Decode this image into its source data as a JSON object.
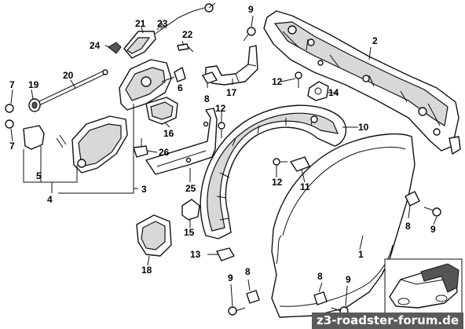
{
  "callouts": {
    "c1": "1",
    "c2": "2",
    "c3": "3",
    "c4": "4",
    "c5": "5",
    "c6": "6",
    "c7a": "7",
    "c7b": "7",
    "c8a": "8",
    "c8b": "8",
    "c8c": "8",
    "c8d": "8",
    "c9a": "9",
    "c9b": "9",
    "c9c": "9",
    "c9d": "9",
    "c10": "10",
    "c11": "11",
    "c12a": "12",
    "c12b": "12",
    "c12c": "12",
    "c13": "13",
    "c14": "14",
    "c15": "15",
    "c16": "16",
    "c17": "17",
    "c18": "18",
    "c19": "19",
    "c20": "20",
    "c21": "21",
    "c22": "22",
    "c23": "23",
    "c24": "24",
    "c25": "25",
    "c26": "26"
  },
  "watermark": "z3-roadster-forum.de"
}
